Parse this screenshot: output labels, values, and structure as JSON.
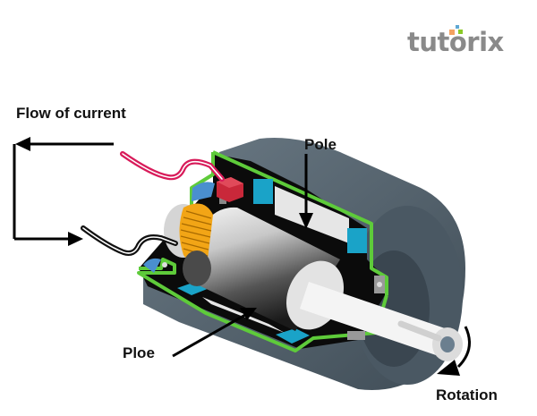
{
  "diagram": {
    "subject": "DC motor cutaway",
    "labels": {
      "flow_of_current": "Flow of current",
      "pole_top": "Pole",
      "pole_bottom": "Ploe",
      "rotation": "Rotation"
    },
    "components": [
      "outer housing",
      "field poles",
      "field windings",
      "armature",
      "commutator",
      "brush",
      "shaft",
      "bearings",
      "positive lead",
      "negative lead"
    ]
  },
  "brand": {
    "logo_text": "tutorix"
  },
  "colors": {
    "housing": "#4e5d68",
    "housing_light": "#6b7a85",
    "outline_green": "#5ecb3a",
    "pole_cyan": "#1aa3c8",
    "pole_white": "#e6e6e6",
    "commutator": "#f2a516",
    "brush_red": "#c9283a",
    "wire_red": "#d81b5a",
    "wire_black": "#111111",
    "logo_gray": "#8a8a8a",
    "logo_orange": "#f4a261",
    "logo_blue": "#5fa8d3",
    "logo_green": "#8ac926"
  }
}
